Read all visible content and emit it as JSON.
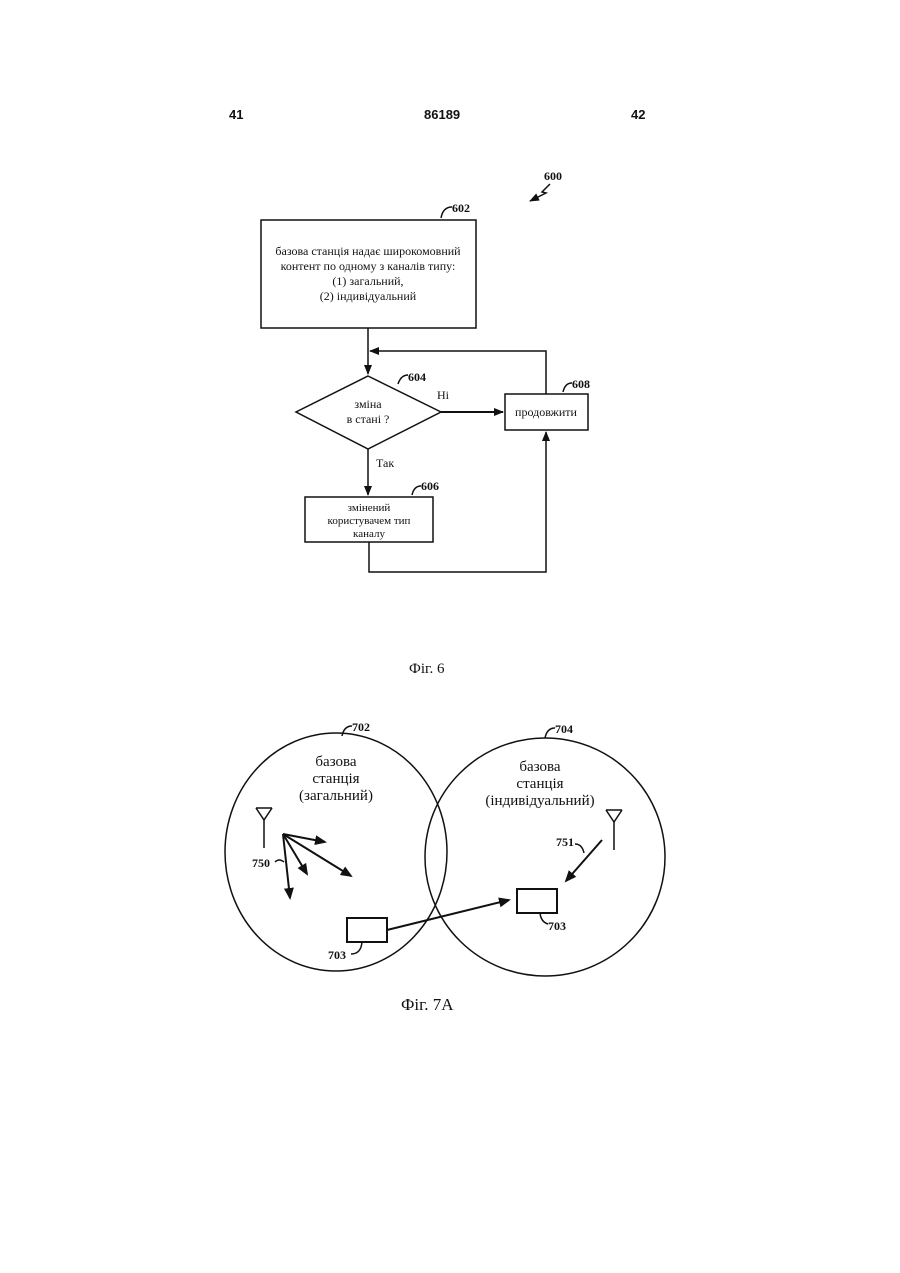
{
  "header": {
    "left_page": "41",
    "patent_number": "86189",
    "right_page": "42"
  },
  "fig6": {
    "ref_main": "600",
    "box_602": {
      "ref": "602",
      "line1": "базова станція надає широкомовний",
      "line2": "контент по одному з каналів типу:",
      "line3": "(1) загальний,",
      "line4": "(2) індивідуальний"
    },
    "decision_604": {
      "ref": "604",
      "line1": "зміна",
      "line2": "в стані ?",
      "no_label": "Ні",
      "yes_label": "Так"
    },
    "box_606": {
      "ref": "606",
      "line1": "змінений",
      "line2": "користувачем тип",
      "line3": "каналу"
    },
    "box_608": {
      "ref": "608",
      "label": "продовжити"
    },
    "caption": "Фіг. 6"
  },
  "fig7a": {
    "cell_702": {
      "ref": "702",
      "line1": "базова",
      "line2": "станція",
      "line3": "(загальний)"
    },
    "cell_704": {
      "ref": "704",
      "line1": "базова",
      "line2": "станція",
      "line3": "(індивідуальний)"
    },
    "ref_750": "750",
    "ref_751": "751",
    "ref_703_left": "703",
    "ref_703_right": "703",
    "caption": "Фіг. 7А"
  }
}
